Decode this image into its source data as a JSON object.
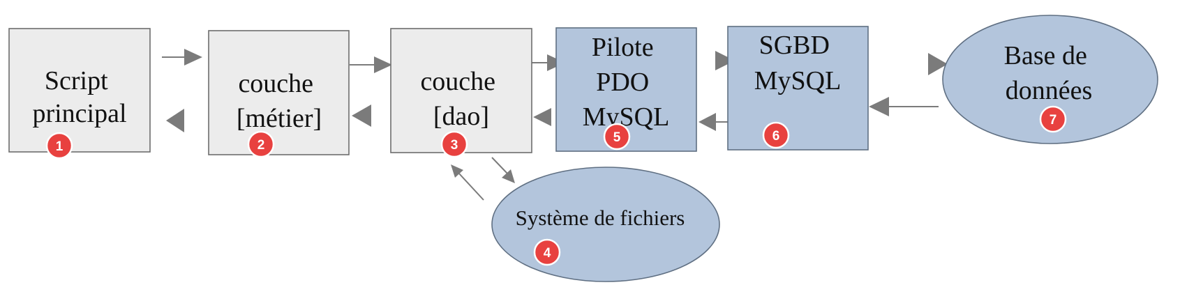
{
  "nodes": {
    "script": {
      "lines": [
        "Script",
        "principal"
      ],
      "badge": "1"
    },
    "metier": {
      "lines": [
        "couche",
        "[métier]"
      ],
      "badge": "2"
    },
    "dao": {
      "lines": [
        "couche",
        "[dao]"
      ],
      "badge": "3"
    },
    "fichiers": {
      "lines": [
        "Système de fichiers"
      ],
      "badge": "4"
    },
    "pilote": {
      "lines": [
        "Pilote",
        "PDO",
        "MySQL"
      ],
      "badge": "5"
    },
    "sgbd": {
      "lines": [
        "SGBD",
        "MySQL"
      ],
      "badge": "6"
    },
    "base": {
      "lines": [
        "Base de",
        "données"
      ],
      "badge": "7"
    }
  },
  "colors": {
    "gray_box": "#ececec",
    "blue_box": "#b3c5dc",
    "arrow": "#7b7b7b",
    "badge": "#e8413f"
  }
}
